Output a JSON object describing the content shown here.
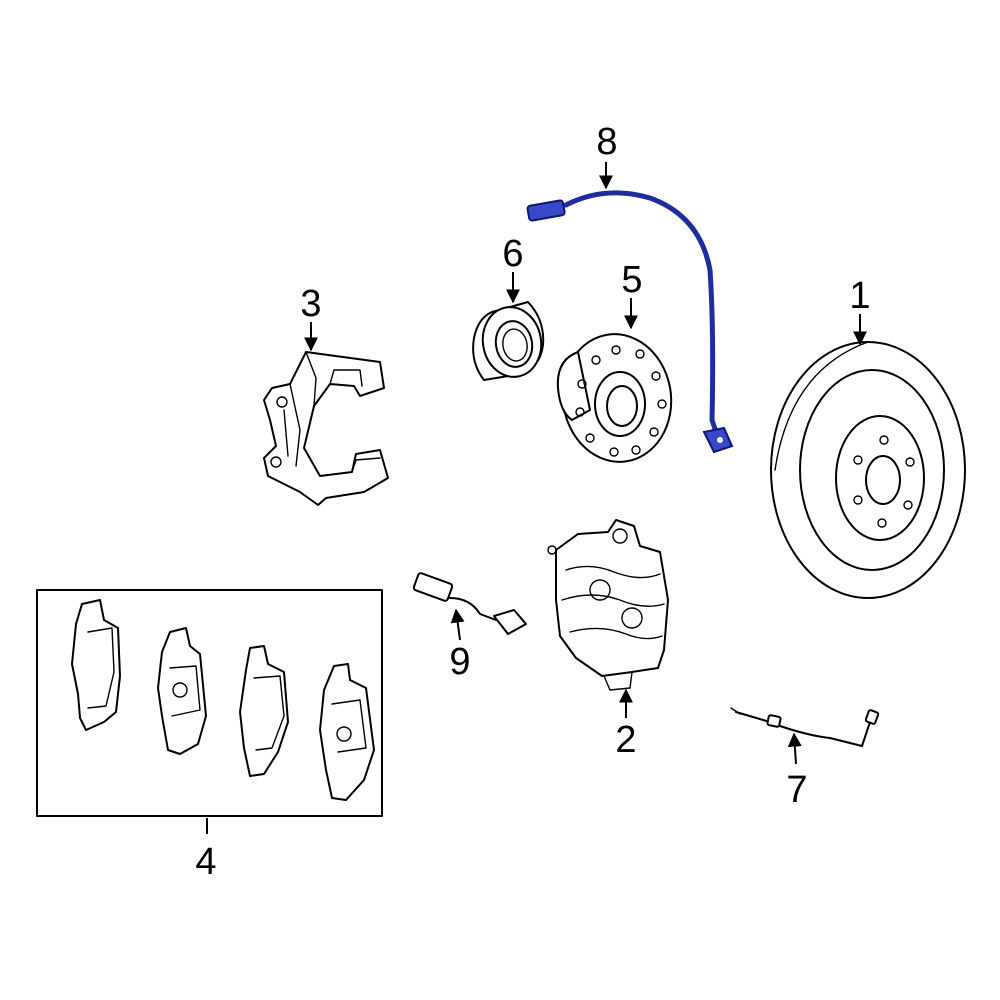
{
  "callouts": {
    "c1": "1",
    "c2": "2",
    "c3": "3",
    "c4": "4",
    "c5": "5",
    "c6": "6",
    "c7": "7",
    "c8": "8",
    "c9": "9"
  },
  "colors": {
    "highlight": "#3848c8",
    "highlight_outline": "#1e2d9e",
    "line": "#000000",
    "background": "#ffffff"
  }
}
